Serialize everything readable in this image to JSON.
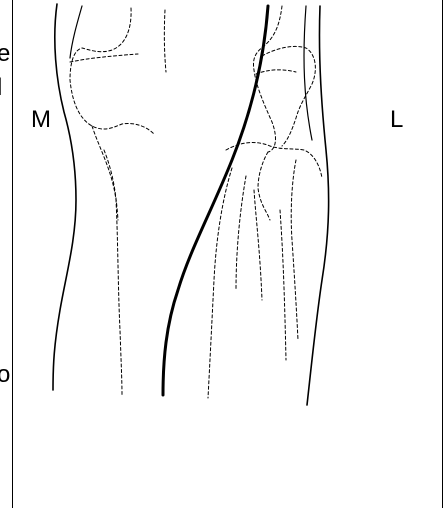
{
  "labels": {
    "medial": "M",
    "lateral": "L"
  },
  "edge_fragments": {
    "first": "e",
    "second": "l",
    "third": "o"
  },
  "colors": {
    "background": "#ffffff",
    "ink": "#000000"
  }
}
